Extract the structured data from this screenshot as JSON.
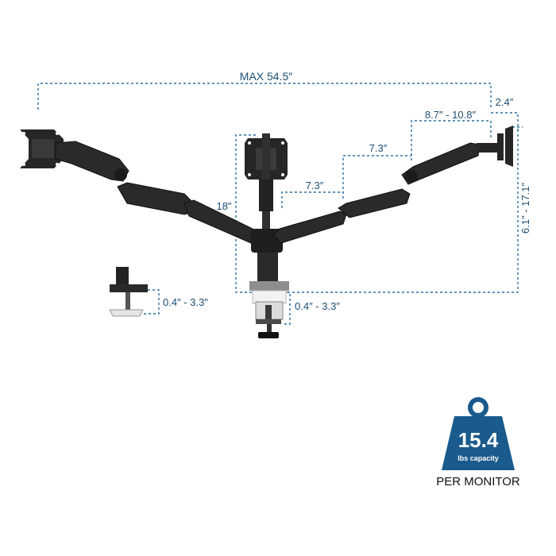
{
  "dimensions": {
    "max_width": "MAX 54.5″",
    "offset_right": "2.4″",
    "arm_reach_range": "8.7″ - 10.8″",
    "arm_segment_upper": "7.3″",
    "arm_segment_lower": "7.3″",
    "pole_height": "18″",
    "vertical_range": "6.1″ - 17.1″",
    "grommet_clamp_range": "0.4″ - 3.3″",
    "desk_clamp_range": "0.4″ - 3.3″"
  },
  "capacity_badge": {
    "value": "15.4",
    "unit": "lbs capacity",
    "caption": "PER MONITOR",
    "color": "#1a5a8c"
  },
  "colors": {
    "dimension_lines": "#2b6f9e",
    "dimension_text": "#1d4f73",
    "mount_body": "#2a2a2a"
  }
}
